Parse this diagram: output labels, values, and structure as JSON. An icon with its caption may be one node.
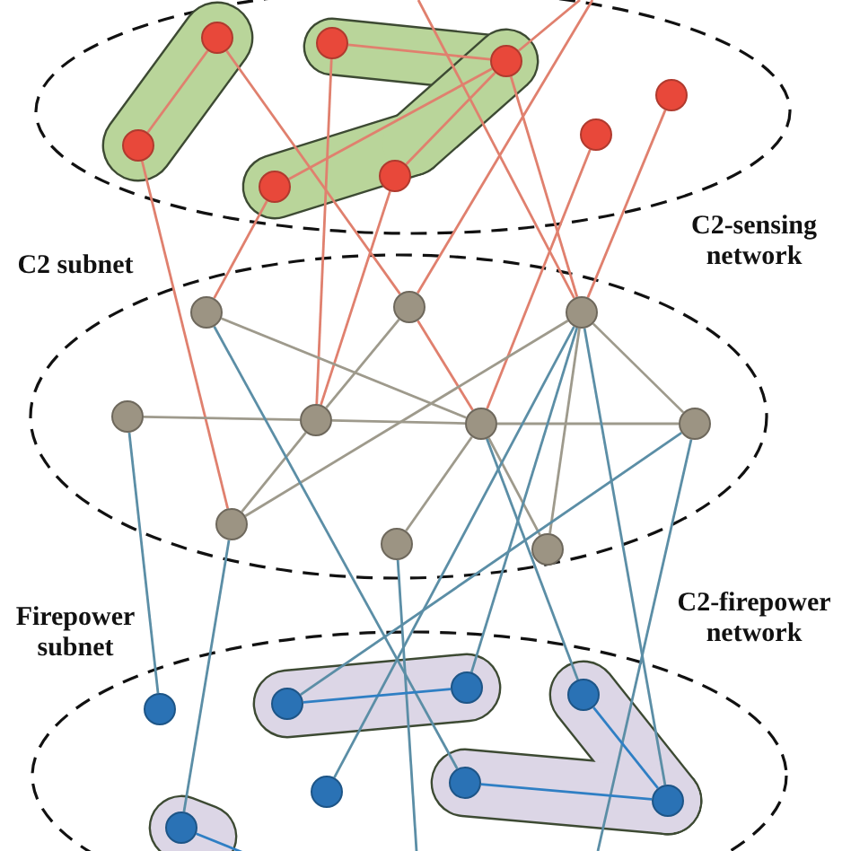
{
  "diagram": {
    "nodes": [
      {
        "text": [],
        "shape": "circle"
      },
      {
        "text": [],
        "shape": "circle"
      },
      {
        "text": [],
        "shape": "circle"
      },
      {
        "text": [],
        "shape": "circle"
      },
      {
        "text": [],
        "shape": "circle"
      },
      {
        "text": [],
        "shape": "circle"
      },
      {
        "text": [],
        "shape": "circle"
      },
      {
        "text": [],
        "shape": "circle"
      },
      {
        "text": [],
        "shape": "circle"
      },
      {
        "text": [],
        "shape": "circle"
      },
      {
        "text": [],
        "shape": "circle"
      },
      {
        "text": [],
        "shape": "circle"
      },
      {
        "text": [],
        "shape": "circle"
      },
      {
        "text": [],
        "shape": "circle"
      },
      {
        "text": [],
        "shape": "circle"
      },
      {
        "text": [],
        "shape": "circle"
      },
      {
        "text": [],
        "shape": "circle"
      },
      {
        "text": [],
        "shape": "circle"
      },
      {
        "text": [],
        "shape": "circle"
      },
      {
        "text": [],
        "shape": "circle"
      },
      {
        "text": [],
        "shape": "circle"
      },
      {
        "text": [],
        "shape": "circle"
      },
      {
        "text": [],
        "shape": "circle"
      },
      {
        "text": [],
        "shape": "circle"
      },
      {
        "text": [],
        "shape": "circle"
      },
      {
        "text": [],
        "shape": "circle"
      }
    ],
    "edges": [
      {
        "from": 0,
        "to": 5,
        "arrow": "none"
      },
      {
        "from": 1,
        "to": 2,
        "arrow": "none"
      },
      {
        "from": 7,
        "to": 2,
        "arrow": "none"
      },
      {
        "from": 6,
        "to": 2,
        "arrow": "none"
      },
      {
        "from": 2,
        "to": null,
        "arrow": "none"
      },
      {
        "from": 5,
        "to": 15,
        "arrow": "none"
      },
      {
        "from": 7,
        "to": 8,
        "arrow": "none"
      },
      {
        "from": 0,
        "to": 9,
        "arrow": "none"
      },
      {
        "from": 9,
        "to": 13,
        "arrow": "none"
      },
      {
        "from": 1,
        "to": 12,
        "arrow": "none"
      },
      {
        "from": 6,
        "to": 12,
        "arrow": "none"
      },
      {
        "from": null,
        "to": 9,
        "arrow": "none"
      },
      {
        "from": 4,
        "to": 13,
        "arrow": "none"
      },
      {
        "from": 3,
        "to": 10,
        "arrow": "none"
      },
      {
        "from": 2,
        "to": 10,
        "arrow": "none"
      },
      {
        "from": null,
        "to": 10,
        "arrow": "none"
      },
      {
        "from": 8,
        "to": 13,
        "arrow": "none",
        "color": "#9e9a8c"
      },
      {
        "from": 9,
        "to": 12,
        "arrow": "none",
        "color": "#9e9a8c"
      },
      {
        "from": 11,
        "to": 12,
        "arrow": "none",
        "color": "#9e9a8c"
      },
      {
        "from": 12,
        "to": 13,
        "arrow": "none",
        "color": "#9e9a8c"
      },
      {
        "from": 13,
        "to": 14,
        "arrow": "none",
        "color": "#9e9a8c"
      },
      {
        "from": 10,
        "to": 15,
        "arrow": "none",
        "color": "#9e9a8c"
      },
      {
        "from": 12,
        "to": 15,
        "arrow": "none",
        "color": "#9e9a8c"
      },
      {
        "from": 10,
        "to": 14,
        "arrow": "none",
        "color": "#9e9a8c"
      },
      {
        "from": 10,
        "to": 16,
        "arrow": "none",
        "color": "#9e9a8c"
      },
      {
        "from": 13,
        "to": 16,
        "arrow": "none",
        "color": "#9e9a8c"
      },
      {
        "from": 13,
        "to": 17,
        "arrow": "none",
        "color": "#9e9a8c"
      },
      {
        "from": 11,
        "to": 18,
        "arrow": "none",
        "color": "#5b8ea6"
      },
      {
        "from": 8,
        "to": 23,
        "arrow": "none",
        "color": "#5b8ea6"
      },
      {
        "from": 15,
        "to": 25,
        "arrow": "none",
        "color": "#5b8ea6"
      },
      {
        "from": 17,
        "to": null,
        "arrow": "none",
        "color": "#5b8ea6"
      },
      {
        "from": 14,
        "to": 19,
        "arrow": "none",
        "color": "#5b8ea6"
      },
      {
        "from": 10,
        "to": 20,
        "arrow": "none",
        "color": "#5b8ea6"
      },
      {
        "from": 10,
        "to": 22,
        "arrow": "none",
        "color": "#5b8ea6"
      },
      {
        "from": 13,
        "to": 21,
        "arrow": "none",
        "color": "#5b8ea6"
      },
      {
        "from": 10,
        "to": 24,
        "arrow": "none",
        "color": "#5b8ea6"
      },
      {
        "from": 14,
        "to": null,
        "arrow": "none",
        "color": "#5b8ea6"
      },
      {
        "from": 19,
        "to": 20,
        "arrow": "none",
        "color": "#2f7fc4"
      },
      {
        "from": 21,
        "to": 24,
        "arrow": "none",
        "color": "#2f7fc4"
      },
      {
        "from": 23,
        "to": 24,
        "arrow": "none",
        "color": "#2f7fc4"
      },
      {
        "from": 25,
        "to": null,
        "arrow": "none",
        "color": "#2f7fc4"
      }
    ],
    "labels": [
      "C2 subnet",
      "C2-sensing network",
      "Firepower subnet",
      "C2-firepower network"
    ]
  }
}
